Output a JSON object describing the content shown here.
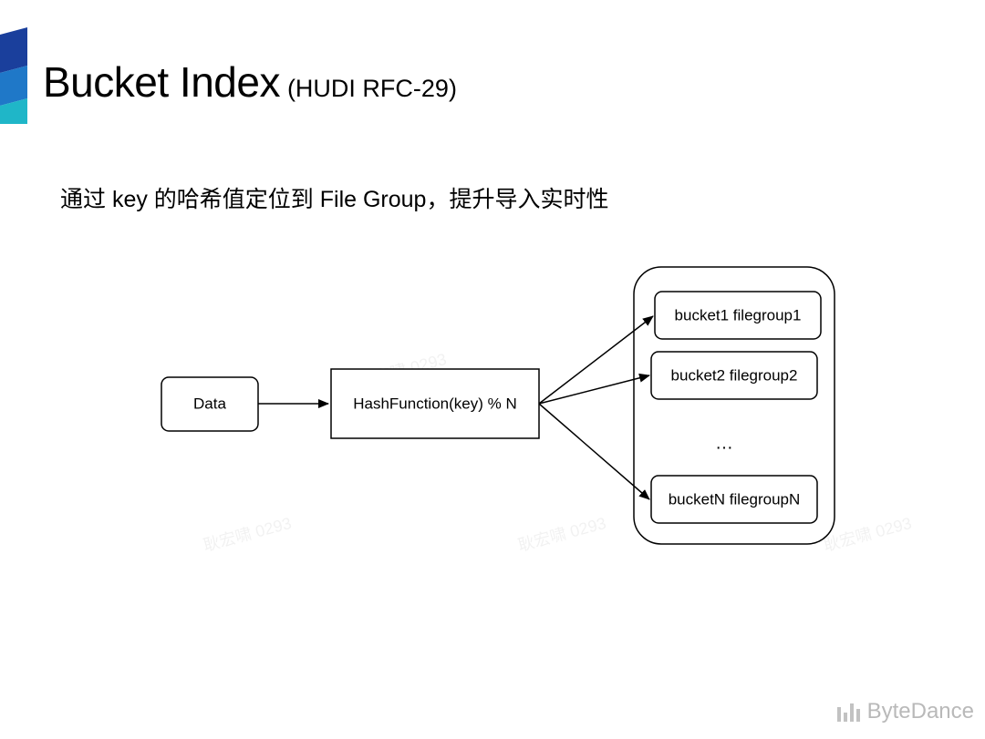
{
  "slide": {
    "title": "Bucket Index",
    "title_note": "(HUDI RFC-29)",
    "subtitle": "通过 key 的哈希值定位到 File Group，提升导入实时性"
  },
  "diagram": {
    "nodes": [
      {
        "id": "data",
        "label": "Data"
      },
      {
        "id": "hash",
        "label": "HashFunction(key) % N"
      },
      {
        "id": "bucket1",
        "label": "bucket1 filegroup1"
      },
      {
        "id": "bucket2",
        "label": "bucket2 filegroup2"
      },
      {
        "id": "ellipsis",
        "label": "…"
      },
      {
        "id": "bucketN",
        "label": "bucketN filegroupN"
      }
    ],
    "edges": [
      {
        "from": "data",
        "to": "hash"
      },
      {
        "from": "hash",
        "to": "bucket1"
      },
      {
        "from": "hash",
        "to": "bucket2"
      },
      {
        "from": "hash",
        "to": "bucketN"
      }
    ]
  },
  "watermark": "耿宏啸 0293",
  "brand": {
    "name": "ByteDance",
    "icon": "bytedance-logo-icon"
  },
  "colors": {
    "accent_dark": "#1a3f9c",
    "accent_mid": "#1f78c8",
    "accent_light": "#1fb6c8",
    "brand_gray": "#b9b9b9"
  }
}
